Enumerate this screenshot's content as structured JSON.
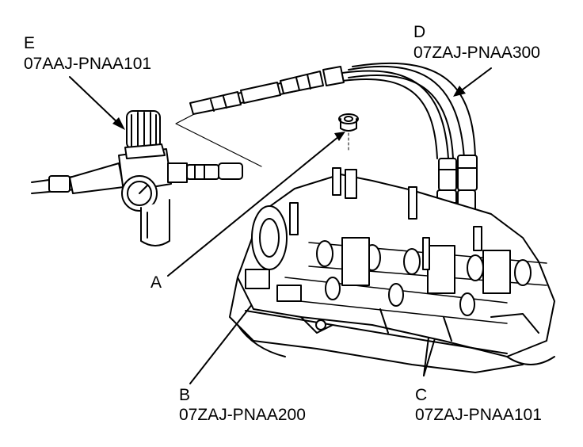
{
  "callouts": {
    "A": {
      "letter": "A"
    },
    "B": {
      "letter": "B",
      "part_number": "07ZAJ-PNAA200"
    },
    "C": {
      "letter": "C",
      "part_number": "07ZAJ-PNAA101"
    },
    "D": {
      "letter": "D",
      "part_number": "07ZAJ-PNAA300"
    },
    "E": {
      "letter": "E",
      "part_number": "07AAJ-PNAA101"
    }
  },
  "colors": {
    "line": "#000000",
    "background": "#ffffff"
  }
}
